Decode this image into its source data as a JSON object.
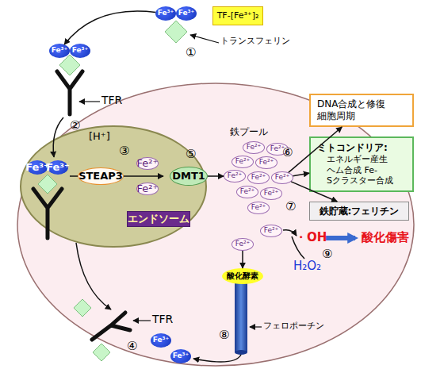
{
  "diagram": {
    "nodes": [
      {
        "text": [
          "TF-[Fe³⁺]₂"
        ]
      },
      {
        "text": [
          "Fe³⁺"
        ]
      },
      {
        "text": [
          "Fe³⁺"
        ]
      },
      {
        "text": [
          "Fe³⁺"
        ]
      },
      {
        "text": [
          "Fe³⁺"
        ]
      },
      {
        "text": [
          "[H⁺]"
        ]
      },
      {
        "text": [
          "Fe³⁺"
        ],
        "in": 5
      },
      {
        "text": [
          "Fe³⁺"
        ],
        "in": 5
      },
      {
        "text": [
          "STEAP3"
        ],
        "in": 5
      },
      {
        "text": [
          "Fe²⁺"
        ],
        "in": 5
      },
      {
        "text": [
          "Fe²⁺"
        ],
        "in": 5
      },
      {
        "text": [
          "DMT1"
        ],
        "in": 5
      },
      {
        "text": [
          "エンドソーム"
        ],
        "in": 5
      },
      {
        "text": [
          "DNA合成と修復 細胞周期"
        ]
      },
      {
        "text": [
          "ミトコンドリア:",
          "エネルギー産生 ヘム合成 Fe-Sクラスター合成"
        ]
      },
      {
        "text": [
          "鉄貯蔵:フェリチン"
        ]
      },
      {
        "text": [
          "Fe²⁺"
        ]
      },
      {
        "text": [
          "Fe²⁺"
        ]
      },
      {
        "text": [
          "Fe²⁺"
        ]
      },
      {
        "text": [
          "Fe²⁺"
        ]
      },
      {
        "text": [
          "Fe²⁺"
        ]
      },
      {
        "text": [
          "Fe²⁺"
        ]
      },
      {
        "text": [
          "Fe²⁺"
        ]
      },
      {
        "text": [
          "Fe²⁺"
        ]
      },
      {
        "text": [
          "Fe²⁺"
        ]
      },
      {
        "text": [
          "Fe²⁺"
        ]
      },
      {
        "text": [
          "Fe²⁺"
        ]
      },
      {
        "text": [
          "Fe²⁺"
        ]
      },
      {
        "text": [
          "酸化酵素"
        ]
      },
      {
        "text": [
          "Fe³⁺"
        ]
      },
      {
        "text": [
          "Fe³⁺"
        ]
      }
    ],
    "edges": [
      {
        "from": 1,
        "to": 3,
        "arrow": "to"
      },
      {
        "from": 11,
        "to": 20,
        "arrow": "to"
      },
      {
        "from": 22,
        "to": 13,
        "arrow": "to"
      },
      {
        "from": 22,
        "to": 14,
        "arrow": "to"
      },
      {
        "from": 22,
        "to": 15,
        "arrow": "to"
      },
      {
        "from": 27,
        "to": 28,
        "arrow": "to"
      }
    ],
    "labels": [
      "トランスフェリン",
      "①",
      "TFR",
      "②",
      "③",
      "⑤",
      "鉄プール",
      "⑥",
      "⑦",
      "・OH",
      "酸化傷害",
      "⑨",
      "H₂O₂",
      "フェロポーチン",
      "⑧",
      "TFR",
      "④"
    ]
  }
}
